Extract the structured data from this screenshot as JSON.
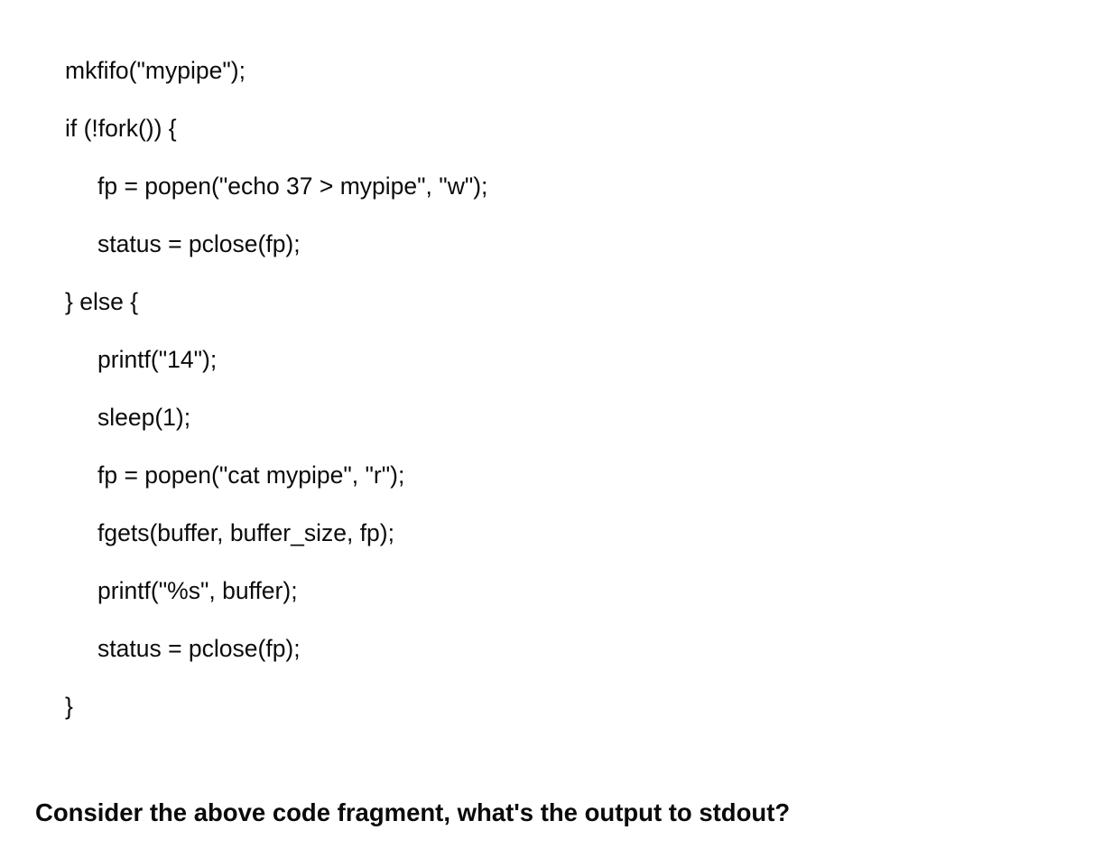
{
  "page": {
    "background_color": "#ffffff",
    "text_color": "#000000"
  },
  "code": {
    "language": "c",
    "lines": [
      {
        "indent": 0,
        "text": "mkfifo(\"mypipe\");"
      },
      {
        "indent": 0,
        "text": "if (!fork()) {"
      },
      {
        "indent": 1,
        "text": "fp = popen(\"echo 37 > mypipe\", \"w\");"
      },
      {
        "indent": 1,
        "text": "status = pclose(fp);"
      },
      {
        "indent": 0,
        "text": "} else {"
      },
      {
        "indent": 1,
        "text": "printf(\"14\");"
      },
      {
        "indent": 1,
        "text": "sleep(1);"
      },
      {
        "indent": 1,
        "text": "fp = popen(\"cat mypipe\", \"r\");"
      },
      {
        "indent": 1,
        "text": "fgets(buffer, buffer_size, fp);"
      },
      {
        "indent": 1,
        "text": "printf(\"%s\", buffer);"
      },
      {
        "indent": 1,
        "text": "status = pclose(fp);"
      },
      {
        "indent": 0,
        "text": "}"
      }
    ]
  },
  "question": {
    "text": "Consider the above code fragment, what's the output to stdout?"
  }
}
